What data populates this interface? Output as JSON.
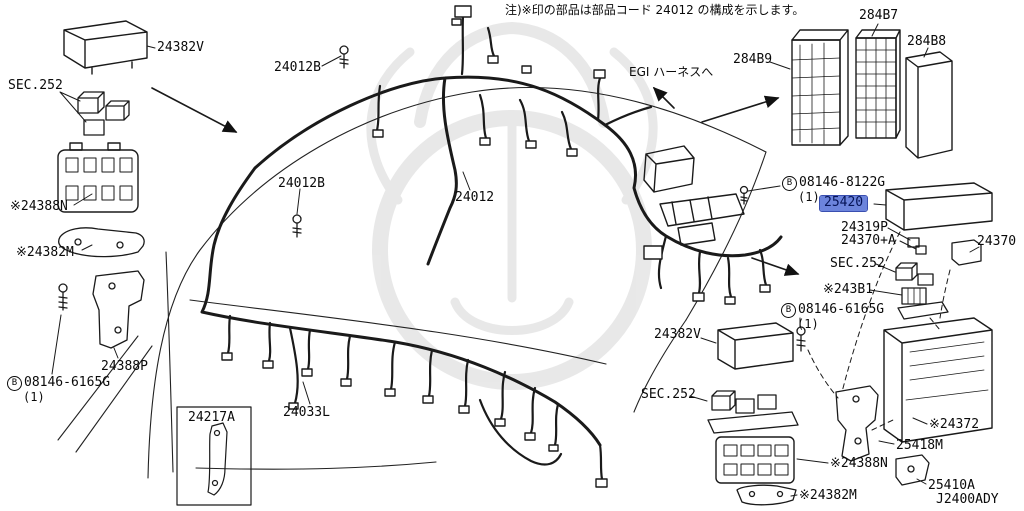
{
  "page": {
    "note": "注)※印の部品は部品コード 24012 の構成を示します。",
    "egi_note": "EGI ハーネスへ",
    "diagram_code": "J2400ADY",
    "highlight_color": "#6c84dc",
    "line_color": "#1a1a1a"
  },
  "labels": {
    "part_24382v_top": "24382V",
    "sec252_top_left": "SEC.252",
    "part_24012b_top": "24012B",
    "part_24388n_left": "※24388N",
    "part_24382m_left": "※24382M",
    "part_24012b_mid": "24012B",
    "part_24012": "24012",
    "part_24388p": "24388P",
    "bolt_6165g_left": {
      "b": "B",
      "num": "08146-6165G",
      "qty": "(1)"
    },
    "part_24217a": "24217A",
    "part_24033l": "24033L",
    "part_284b9": "284B9",
    "part_284b7": "284B7",
    "part_284b8": "284B8",
    "bolt_8122g": {
      "b": "B",
      "num": "08146-8122G",
      "qty": "(1)"
    },
    "part_25420": "25420",
    "part_24319p": "24319P",
    "part_24370_a": "24370+A",
    "part_24370": "24370",
    "sec252_right": "SEC.252",
    "part_243b1": "※243B1",
    "bolt_6165g_right": {
      "b": "B",
      "num": "08146-6165G",
      "qty": "(1)"
    },
    "part_24382v_bottom": "24382V",
    "sec252_bottom": "SEC.252",
    "part_24372": "※24372",
    "part_25418m": "25418M",
    "part_24388n_bottom": "※24388N",
    "part_25410a": "25410A",
    "part_24382m_bottom": "※24382M"
  }
}
